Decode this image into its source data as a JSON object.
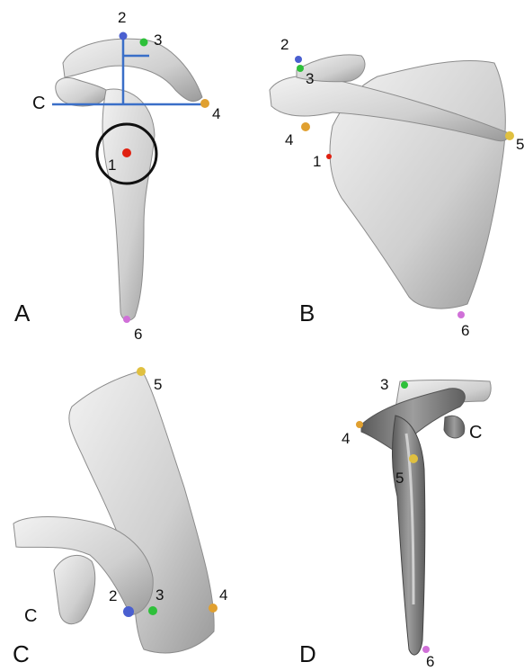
{
  "panels": [
    {
      "id": "A",
      "letter": "A",
      "landmarks": [
        "1",
        "2",
        "3",
        "4",
        "6"
      ],
      "axis_label": "C",
      "landmark_colors": {
        "1": "#e02010",
        "2": "#4a5fd0",
        "3": "#2ec03a",
        "4": "#e0a030",
        "6": "#d070d8"
      }
    },
    {
      "id": "B",
      "letter": "B",
      "landmarks": [
        "1",
        "2",
        "3",
        "4",
        "5",
        "6"
      ]
    },
    {
      "id": "C",
      "letter": "C",
      "landmarks": [
        "2",
        "3",
        "4",
        "5"
      ],
      "axis_label": "C"
    },
    {
      "id": "D",
      "letter": "D",
      "landmarks": [
        "3",
        "4",
        "5",
        "6"
      ],
      "axis_label": "C"
    }
  ],
  "colors": {
    "bone": "#d9d9d9",
    "bone_shadow": "#a8a8a8",
    "bone_dark": "#6f6f6f",
    "axis_line": "#3a6fc8",
    "circle": "#111111"
  }
}
